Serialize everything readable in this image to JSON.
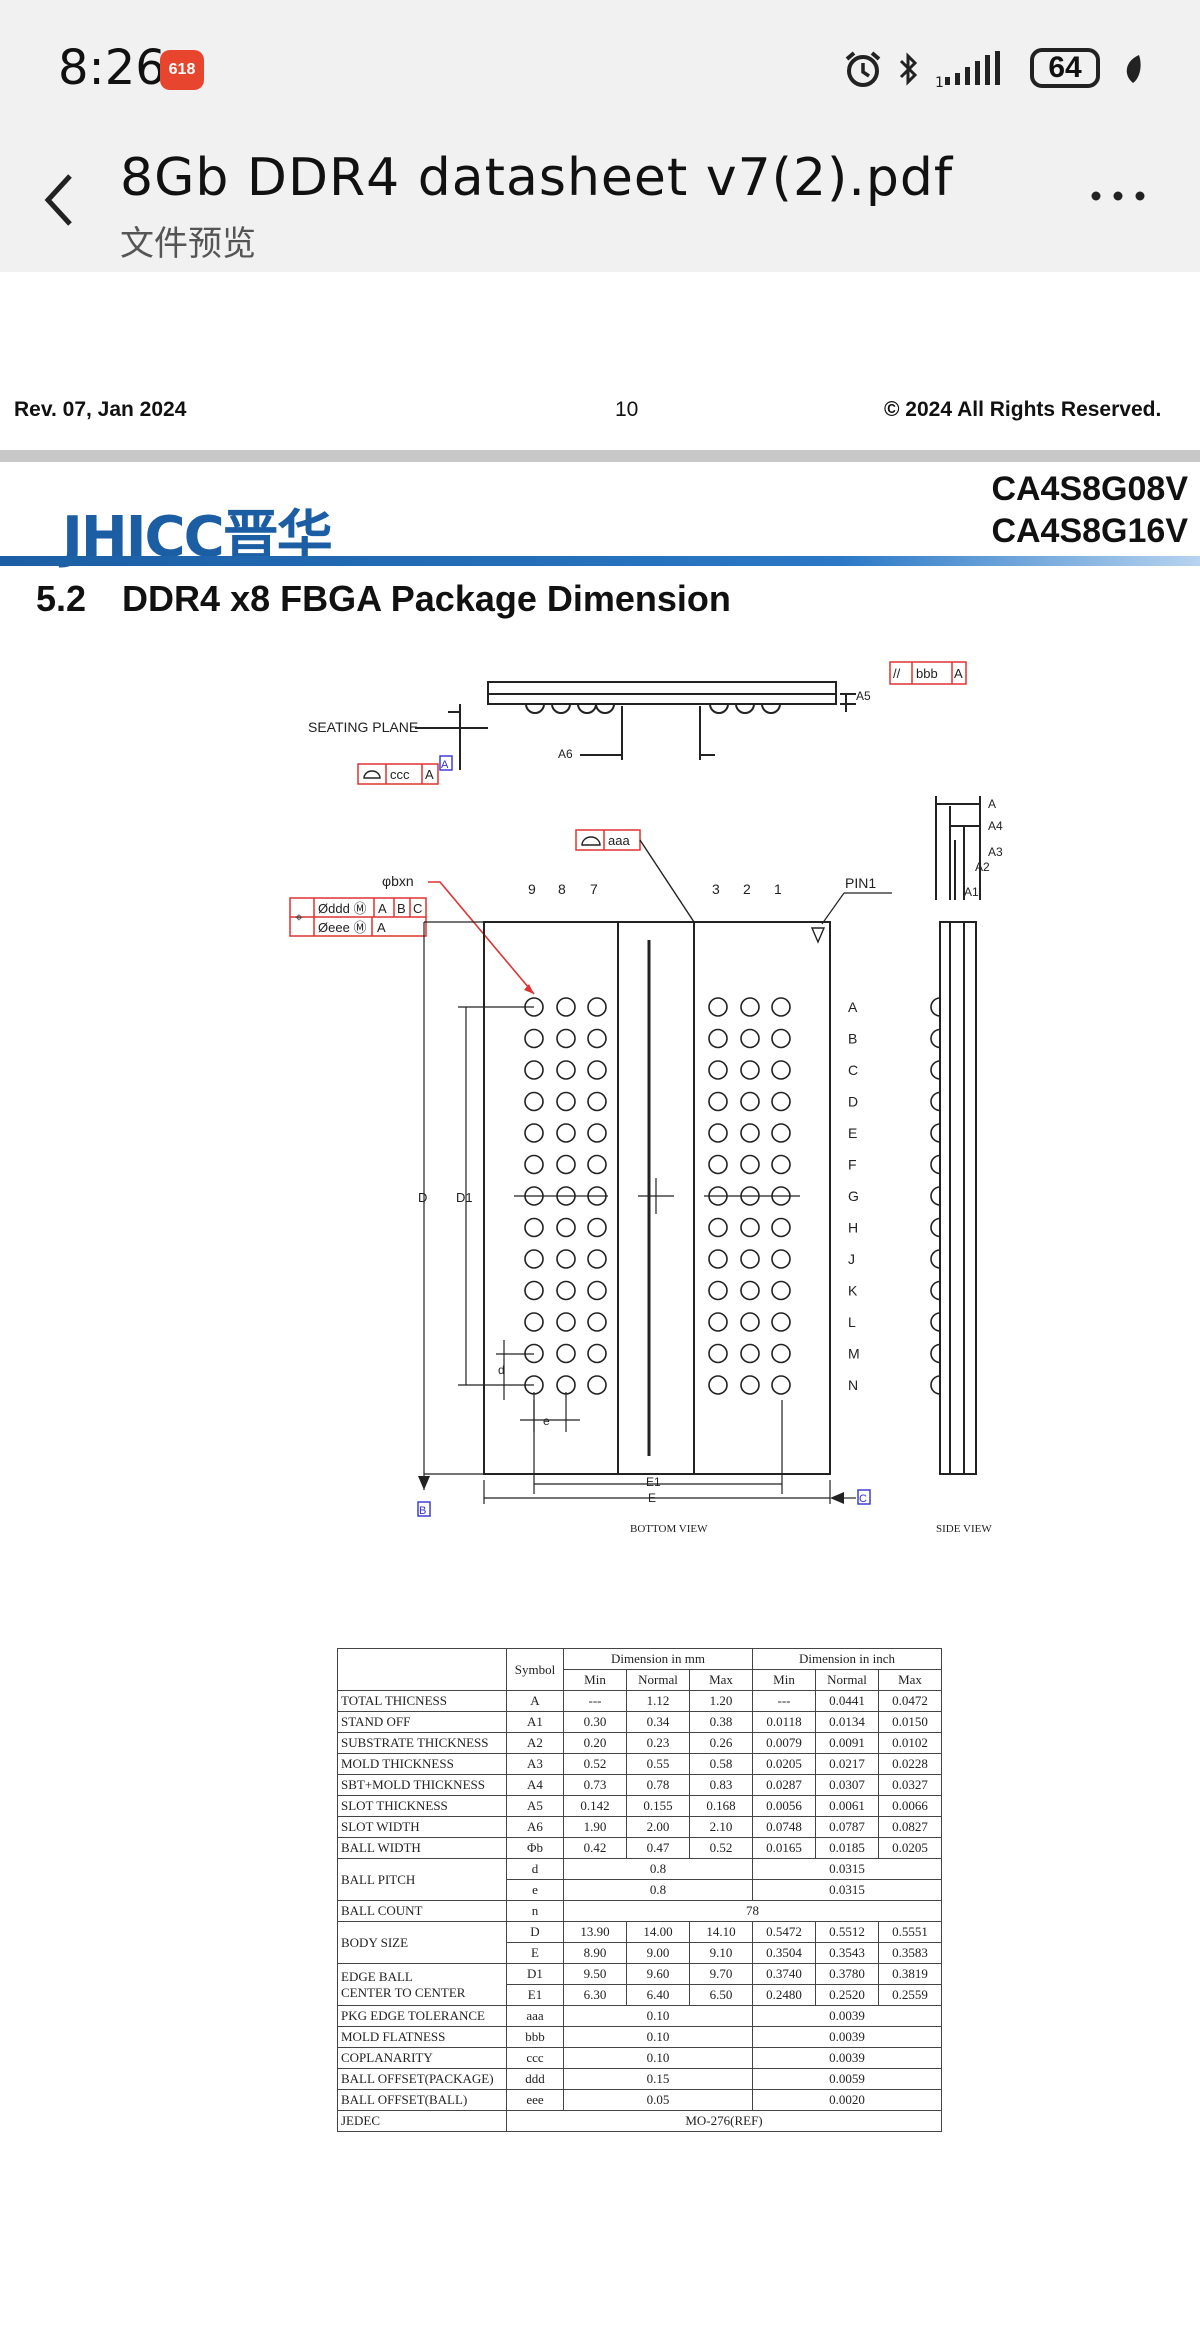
{
  "status_bar": {
    "time": "8:26",
    "app_badge": "618",
    "battery": "64",
    "icons": [
      "alarm-icon",
      "bluetooth-icon",
      "signal-icon",
      "battery-icon",
      "leaf-icon"
    ]
  },
  "header": {
    "title": "8Gb DDR4 datasheet v7(2).pdf",
    "subtitle": "文件预览"
  },
  "page": {
    "revision": "Rev. 07, Jan 2024",
    "page_number": "10",
    "copyright": "© 2024 All Rights Reserved.",
    "logo": "JHICC晋华",
    "part_numbers": [
      "CA4S8G08V",
      "CA4S8G16V"
    ],
    "section_number": "5.2",
    "section_title": "DDR4 x8 FBGA Package Dimension"
  },
  "drawing": {
    "seating_plane": "SEATING PLANE",
    "bottom_view": "BOTTOM VIEW",
    "side_view": "SIDE VIEW",
    "pin1": "PIN1",
    "ball_label": "φbxn",
    "flatness_tol": "bbb",
    "coplanarity_tol": "ccc",
    "edge_tol": "aaa",
    "ddd_line": "ddd",
    "eee_line": "eee",
    "datum_a": "A",
    "datum_b": "B",
    "datum_c": "C",
    "left_columns": [
      "9",
      "8",
      "7"
    ],
    "right_columns": [
      "3",
      "2",
      "1"
    ],
    "rows": [
      "A",
      "B",
      "C",
      "D",
      "E",
      "F",
      "G",
      "H",
      "J",
      "K",
      "L",
      "M",
      "N"
    ],
    "dims": {
      "a5": "A5",
      "a6": "A6",
      "d": "D",
      "d1": "D1",
      "d_pitch": "d",
      "e_pitch": "e",
      "e1": "E1",
      "e": "E",
      "a": "A",
      "a4": "A4",
      "a3": "A3",
      "a2": "A2",
      "a1": "A1"
    }
  },
  "table": {
    "header": {
      "symbol": "Symbol",
      "mm": "Dimension in mm",
      "inch": "Dimension in inch",
      "min": "Min",
      "normal": "Normal",
      "max": "Max"
    },
    "rows": [
      {
        "item": "TOTAL THICNESS",
        "symbol": "A",
        "mm": [
          "---",
          "1.12",
          "1.20"
        ],
        "inch": [
          "---",
          "0.0441",
          "0.0472"
        ]
      },
      {
        "item": "STAND OFF",
        "symbol": "A1",
        "mm": [
          "0.30",
          "0.34",
          "0.38"
        ],
        "inch": [
          "0.0118",
          "0.0134",
          "0.0150"
        ]
      },
      {
        "item": "SUBSTRATE THICKNESS",
        "symbol": "A2",
        "mm": [
          "0.20",
          "0.23",
          "0.26"
        ],
        "inch": [
          "0.0079",
          "0.0091",
          "0.0102"
        ]
      },
      {
        "item": "MOLD THICKNESS",
        "symbol": "A3",
        "mm": [
          "0.52",
          "0.55",
          "0.58"
        ],
        "inch": [
          "0.0205",
          "0.0217",
          "0.0228"
        ]
      },
      {
        "item": "SBT+MOLD THICKNESS",
        "symbol": "A4",
        "mm": [
          "0.73",
          "0.78",
          "0.83"
        ],
        "inch": [
          "0.0287",
          "0.0307",
          "0.0327"
        ]
      },
      {
        "item": "SLOT THICKNESS",
        "symbol": "A5",
        "mm": [
          "0.142",
          "0.155",
          "0.168"
        ],
        "inch": [
          "0.0056",
          "0.0061",
          "0.0066"
        ]
      },
      {
        "item": "SLOT WIDTH",
        "symbol": "A6",
        "mm": [
          "1.90",
          "2.00",
          "2.10"
        ],
        "inch": [
          "0.0748",
          "0.0787",
          "0.0827"
        ]
      },
      {
        "item": "BALL WIDTH",
        "symbol": "Φb",
        "mm": [
          "0.42",
          "0.47",
          "0.52"
        ],
        "inch": [
          "0.0165",
          "0.0185",
          "0.0205"
        ]
      }
    ],
    "ball_pitch": {
      "item": "BALL PITCH",
      "d_symbol": "d",
      "d_mm": "0.8",
      "d_inch": "0.0315",
      "e_symbol": "e",
      "e_mm": "0.8",
      "e_inch": "0.0315"
    },
    "ball_count": {
      "item": "BALL COUNT",
      "symbol": "n",
      "value": "78"
    },
    "body_size": {
      "item": "BODY SIZE",
      "D": {
        "symbol": "D",
        "mm": [
          "13.90",
          "14.00",
          "14.10"
        ],
        "inch": [
          "0.5472",
          "0.5512",
          "0.5551"
        ]
      },
      "E": {
        "symbol": "E",
        "mm": [
          "8.90",
          "9.00",
          "9.10"
        ],
        "inch": [
          "0.3504",
          "0.3543",
          "0.3583"
        ]
      }
    },
    "edge_ball": {
      "item1": "EDGE BALL",
      "item2": "CENTER TO CENTER",
      "D1": {
        "symbol": "D1",
        "mm": [
          "9.50",
          "9.60",
          "9.70"
        ],
        "inch": [
          "0.3740",
          "0.3780",
          "0.3819"
        ]
      },
      "E1": {
        "symbol": "E1",
        "mm": [
          "6.30",
          "6.40",
          "6.50"
        ],
        "inch": [
          "0.2480",
          "0.2520",
          "0.2559"
        ]
      }
    },
    "tolerances": [
      {
        "item": "PKG EDGE TOLERANCE",
        "symbol": "aaa",
        "mm": "0.10",
        "inch": "0.0039"
      },
      {
        "item": "MOLD FLATNESS",
        "symbol": "bbb",
        "mm": "0.10",
        "inch": "0.0039"
      },
      {
        "item": "COPLANARITY",
        "symbol": "ccc",
        "mm": "0.10",
        "inch": "0.0039"
      },
      {
        "item": "BALL OFFSET(PACKAGE)",
        "symbol": "ddd",
        "mm": "0.15",
        "inch": "0.0059"
      },
      {
        "item": "BALL OFFSET(BALL)",
        "symbol": "eee",
        "mm": "0.05",
        "inch": "0.0020"
      }
    ],
    "jedec": {
      "item": "JEDEC",
      "value": "MO-276(REF)"
    }
  }
}
